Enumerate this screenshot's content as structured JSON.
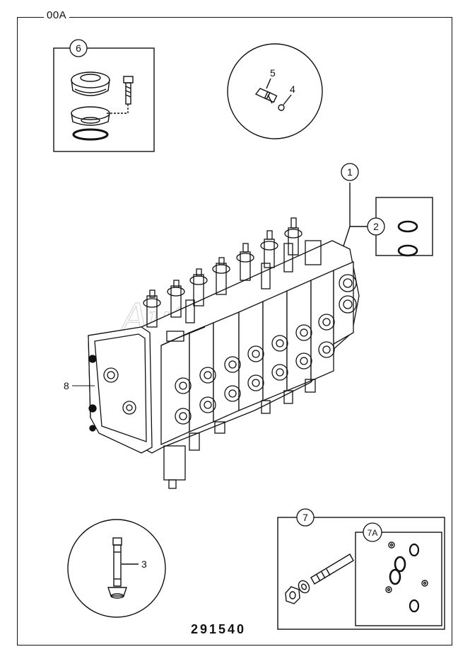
{
  "sheet": {
    "corner_code": "00A",
    "drawing_number": "291540",
    "watermark": "AutoSoft"
  },
  "callouts": [
    {
      "id": "c1",
      "label": "1"
    },
    {
      "id": "c2",
      "label": "2"
    },
    {
      "id": "c3",
      "label": "3"
    },
    {
      "id": "c4",
      "label": "4"
    },
    {
      "id": "c5",
      "label": "5"
    },
    {
      "id": "c6",
      "label": "6"
    },
    {
      "id": "c7",
      "label": "7"
    },
    {
      "id": "c7a",
      "label": "7A"
    },
    {
      "id": "c8",
      "label": "8"
    }
  ]
}
